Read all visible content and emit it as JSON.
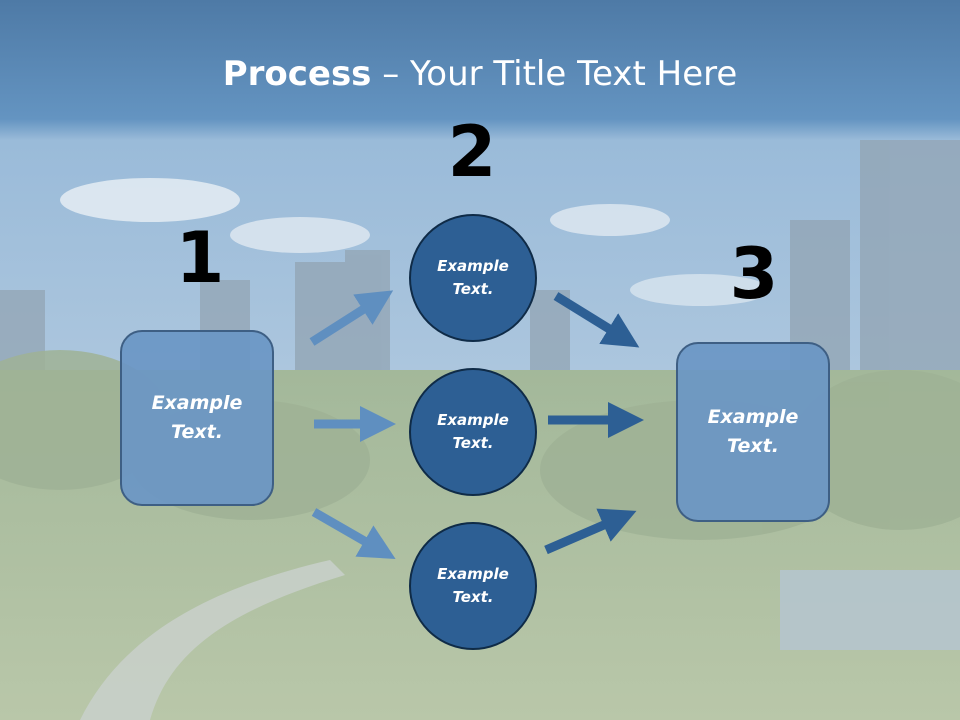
{
  "title": {
    "bold": "Process",
    "rest": " – Your Title Text Here"
  },
  "steps": [
    {
      "number": "1",
      "label": "Example Text."
    },
    {
      "number": "2",
      "items": [
        "Example Text.",
        "Example Text.",
        "Example Text."
      ]
    },
    {
      "number": "3",
      "label": "Example Text."
    }
  ],
  "colors": {
    "header": "#5b8bb8",
    "box_fill": "#6a96c4",
    "circle_fill": "#2d5f94",
    "arrow_light": "#5f8fc0",
    "arrow_dark": "#2d5f94"
  }
}
